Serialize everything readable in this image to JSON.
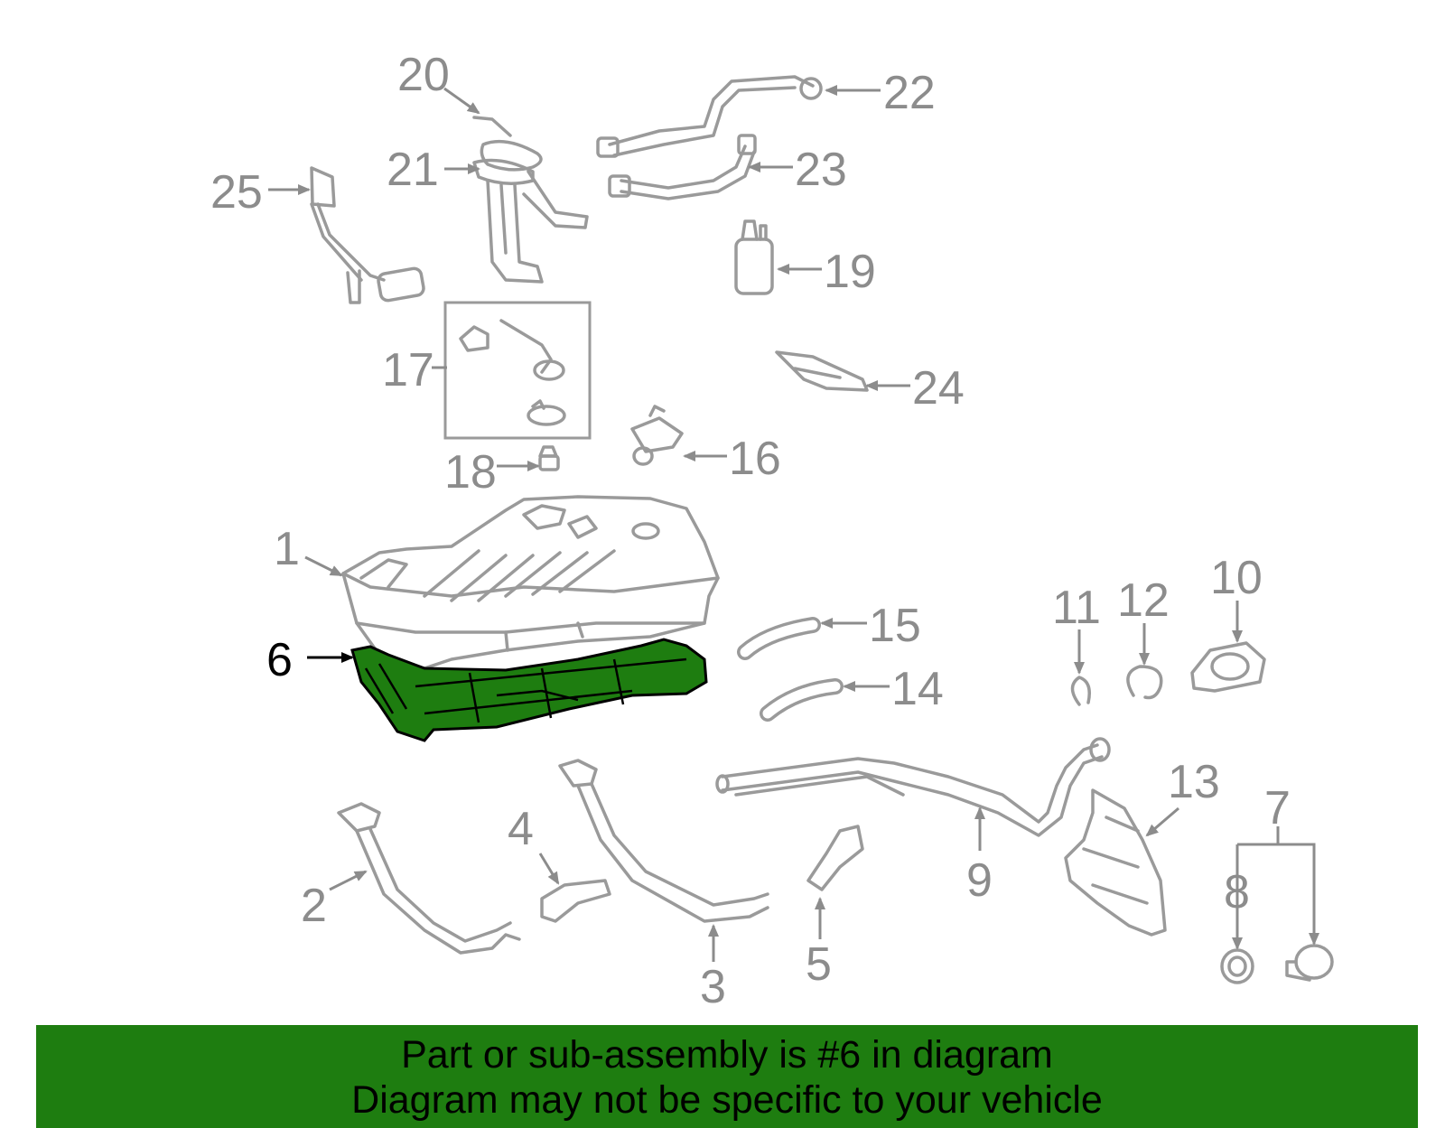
{
  "labels": {
    "l1": "1",
    "l2": "2",
    "l3": "3",
    "l4": "4",
    "l5": "5",
    "l6": "6",
    "l7": "7",
    "l8": "8",
    "l9": "9",
    "l10": "10",
    "l11": "11",
    "l12": "12",
    "l13": "13",
    "l14": "14",
    "l15": "15",
    "l16": "16",
    "l17": "17",
    "l18": "18",
    "l19": "19",
    "l20": "20",
    "l21": "21",
    "l22": "22",
    "l23": "23",
    "l24": "24",
    "l25": "25"
  },
  "highlighted_part": "6",
  "colors": {
    "highlight_fill": "#1e7d10",
    "banner_background": "#1e7d10",
    "part_outline": "#9a9a9a",
    "label_text": "#8c8c8c"
  },
  "banner": {
    "line1": "Part or sub-assembly is #6 in diagram",
    "line2": "Diagram may not be specific to your vehicle"
  }
}
